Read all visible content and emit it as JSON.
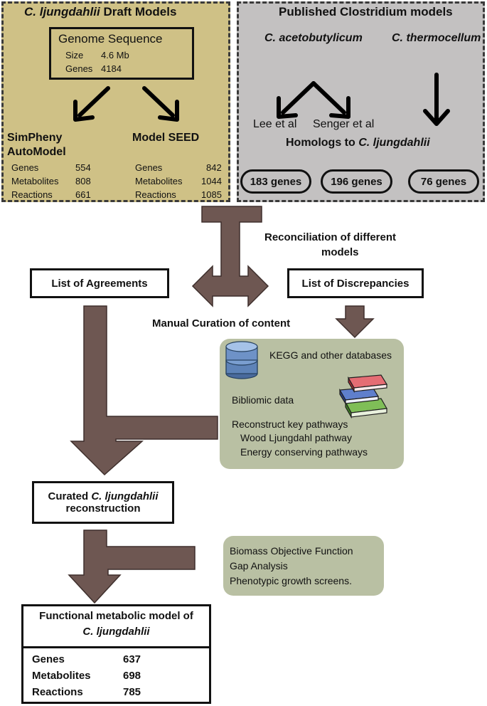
{
  "draft_panel": {
    "title_italic": "C. ljungdahlii",
    "title_rest": " Draft Models",
    "genome": {
      "title": "Genome Sequence",
      "size_label": "Size",
      "size_value": "4.6 Mb",
      "genes_label": "Genes",
      "genes_value": "4184"
    },
    "simpheny": {
      "name_line1": "SimPheny",
      "name_line2": "AutoModel",
      "rows": [
        {
          "label": "Genes",
          "value": "554"
        },
        {
          "label": "Metabolites",
          "value": "808"
        },
        {
          "label": "Reactions",
          "value": "661"
        }
      ]
    },
    "seed": {
      "name": "Model SEED",
      "rows": [
        {
          "label": "Genes",
          "value": "842"
        },
        {
          "label": "Metabolites",
          "value": "1044"
        },
        {
          "label": "Reactions",
          "value": "1085"
        }
      ]
    }
  },
  "published_panel": {
    "title": "Published Clostridium models",
    "species1": "C. acetobutylicum",
    "species2": "C. thermocellum",
    "model1": "Lee et al",
    "model2": "Senger et al",
    "homologs_prefix": "Homologs to ",
    "homologs_species": "C. ljungdahlii",
    "pills": [
      "183 genes",
      "196 genes",
      "76 genes"
    ]
  },
  "reconciliation": {
    "label_line1": "Reconciliation of different",
    "label_line2": "models",
    "agreements": "List of Agreements",
    "discrepancies": "List of Discrepancies",
    "manual_curation": "Manual Curation of content"
  },
  "curation_box": {
    "databases": "KEGG and other databases",
    "bibliomic": "Bibliomic data",
    "reconstruct": "Reconstruct key pathways",
    "pathway1": "Wood Ljungdahl pathway",
    "pathway2": "Energy conserving pathways"
  },
  "curated": {
    "line1_prefix": "Curated ",
    "line1_species": "C. ljungdahlii",
    "line2": "reconstruction"
  },
  "validation_box": {
    "items": [
      "Biomass Objective Function",
      "Gap Analysis",
      "Phenotypic growth screens."
    ]
  },
  "final_model": {
    "title_line1": "Functional metabolic model of",
    "title_line2": "C. ljungdahlii",
    "rows": [
      {
        "label": "Genes",
        "value": "637"
      },
      {
        "label": "Metabolites",
        "value": "698"
      },
      {
        "label": "Reactions",
        "value": "785"
      }
    ]
  },
  "colors": {
    "panel_left": "#cfc186",
    "panel_right": "#c3c1c1",
    "green_box": "#b9c0a3",
    "brown_arrow": "#6e5752"
  }
}
